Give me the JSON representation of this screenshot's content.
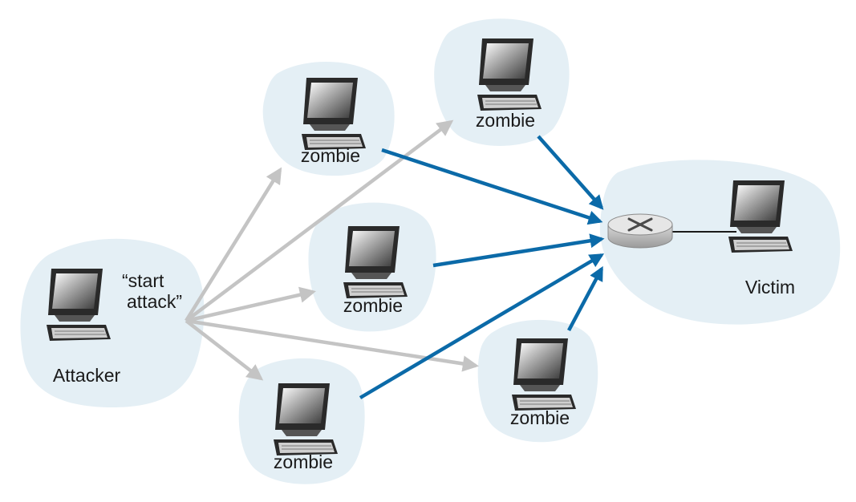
{
  "labels": {
    "attacker": "Attacker",
    "command_line1": "“start",
    "command_line2": "attack”",
    "victim": "Victim",
    "zombie": "zombie"
  },
  "nodes": {
    "attacker": {
      "kind": "computer",
      "label": "Attacker"
    },
    "zombies": [
      {
        "id": "z1",
        "label": "zombie"
      },
      {
        "id": "z2",
        "label": "zombie"
      },
      {
        "id": "z3",
        "label": "zombie"
      },
      {
        "id": "z4",
        "label": "zombie"
      },
      {
        "id": "z5",
        "label": "zombie"
      }
    ],
    "router": {
      "kind": "router",
      "icon": "router-icon"
    },
    "victim": {
      "kind": "computer",
      "label": "Victim"
    }
  },
  "edges": {
    "command": {
      "from": "attacker",
      "to": [
        "z1",
        "z2",
        "z3",
        "z4",
        "z5"
      ],
      "color": "#c4c4c4"
    },
    "attack": {
      "from": [
        "z1",
        "z2",
        "z3",
        "z4",
        "z5"
      ],
      "to": "router",
      "color": "#0b6aa8"
    },
    "link": {
      "from": "router",
      "to": "victim",
      "color": "#1a1a1a"
    }
  },
  "colors": {
    "cloud": "#e4eff5",
    "command_arrow": "#c4c4c4",
    "attack_arrow": "#0b6aa8",
    "monitor_frame": "#2a2a2a"
  }
}
